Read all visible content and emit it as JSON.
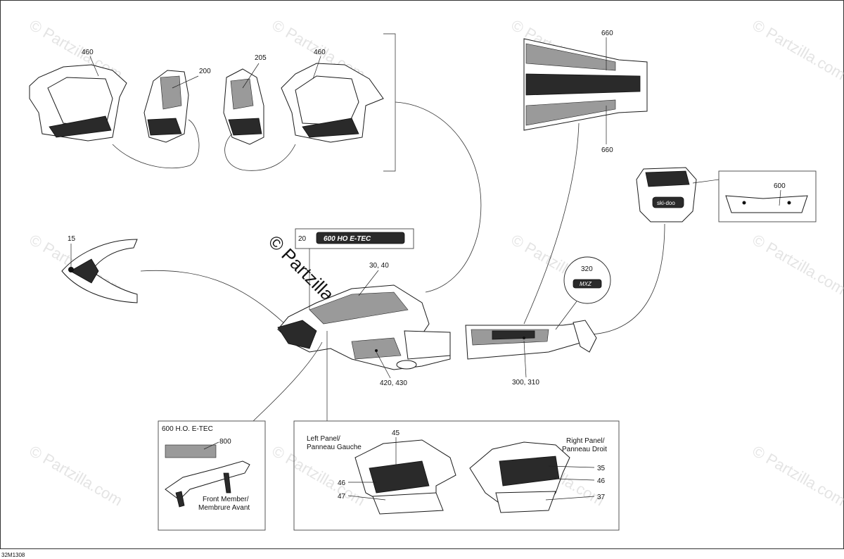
{
  "watermark": "© Partzilla.com",
  "watermark_center": [
    "© Partzilla.com"
  ],
  "diagram_code": "32M1308",
  "callouts": {
    "c460a": "460",
    "c200": "200",
    "c205": "205",
    "c460b": "460",
    "c660a": "660",
    "c660b": "660",
    "c600": "600",
    "c15": "15",
    "c20": "20",
    "c3040": "30, 40",
    "c320": "320",
    "c420430": "420, 430",
    "c300310": "300, 310",
    "c800": "800",
    "c45": "45",
    "c46a": "46",
    "c47": "47",
    "c35": "35",
    "c46b": "46",
    "c37": "37"
  },
  "decal_texts": {
    "rotax": "600 HO E-TEC",
    "brand": "ski-doo",
    "model": "MXZ"
  },
  "insets": {
    "engine_title": "600 H.O. E-TEC",
    "front_member_1": "Front Member/",
    "front_member_2": "Membrure Avant",
    "left_panel_1": "Left Panel/",
    "left_panel_2": "Panneau Gauche",
    "right_panel_1": "Right Panel/",
    "right_panel_2": "Panneau Droit"
  }
}
